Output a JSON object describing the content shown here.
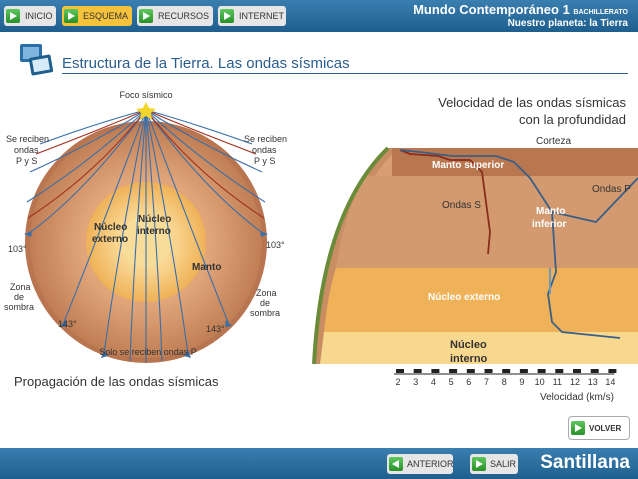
{
  "header": {
    "nav": [
      {
        "label": "INICIO"
      },
      {
        "label": "ESQUEMA"
      },
      {
        "label": "RECURSOS"
      },
      {
        "label": "INTERNET"
      }
    ],
    "app_title": "Mundo Contemporáneo 1",
    "app_title_small": "BACHILLERATO",
    "subtitle": "Nuestro planeta: la Tierra"
  },
  "page": {
    "title": "Estructura de la Tierra. Las ondas sísmicas",
    "icon": "monitor-icon"
  },
  "left_diagram": {
    "caption": "Propagación de las ondas sísmicas",
    "labels": {
      "foco": "Foco sísmico",
      "left_reciben_1": "Se reciben",
      "left_reciben_2": "ondas",
      "left_reciben_3": "P y S",
      "right_reciben_1": "Se reciben",
      "right_reciben_2": "ondas",
      "right_reciben_3": "P y S",
      "nucleo_ext_1": "Núcleo",
      "nucleo_ext_2": "externo",
      "nucleo_int_1": "Núcleo",
      "nucleo_int_2": "interno",
      "manto": "Manto",
      "deg_left_103": "103°",
      "deg_right_103": "103°",
      "deg_left_143": "143°",
      "deg_right_143": "143°",
      "zona_left_1": "Zona",
      "zona_left_2": "de",
      "zona_left_3": "sombra",
      "zona_right_1": "Zona",
      "zona_right_2": "de",
      "zona_right_3": "sombra",
      "solo_p": "Solo se reciben ondas P"
    },
    "colors": {
      "manto": "#c98a60",
      "nucleo_ext": "#f0b760",
      "nucleo_int": "#f7d180",
      "ray": "#3a6fa8",
      "ray_s": "#a03020"
    }
  },
  "right_diagram": {
    "title_1": "Velocidad de las ondas sísmicas",
    "title_2": "con la profundidad",
    "labels": {
      "corteza": "Corteza",
      "manto_sup": "Manto superior",
      "ondas_p": "Ondas P",
      "ondas_s": "Ondas S",
      "manto_inf_1": "Manto",
      "manto_inf_2": "inferior",
      "nucleo_ext": "Núcleo externo",
      "nucleo_int_1": "Núcleo",
      "nucleo_int_2": "interno",
      "axis_label": "Velocidad (km/s)"
    },
    "ticks": [
      "2",
      "3",
      "4",
      "5",
      "6",
      "7",
      "8",
      "9",
      "10",
      "11",
      "12",
      "13",
      "14"
    ]
  },
  "buttons": {
    "volver": "VOLVER",
    "anterior": "ANTERIOR",
    "salir": "SALIR"
  },
  "brand": "Santillana"
}
